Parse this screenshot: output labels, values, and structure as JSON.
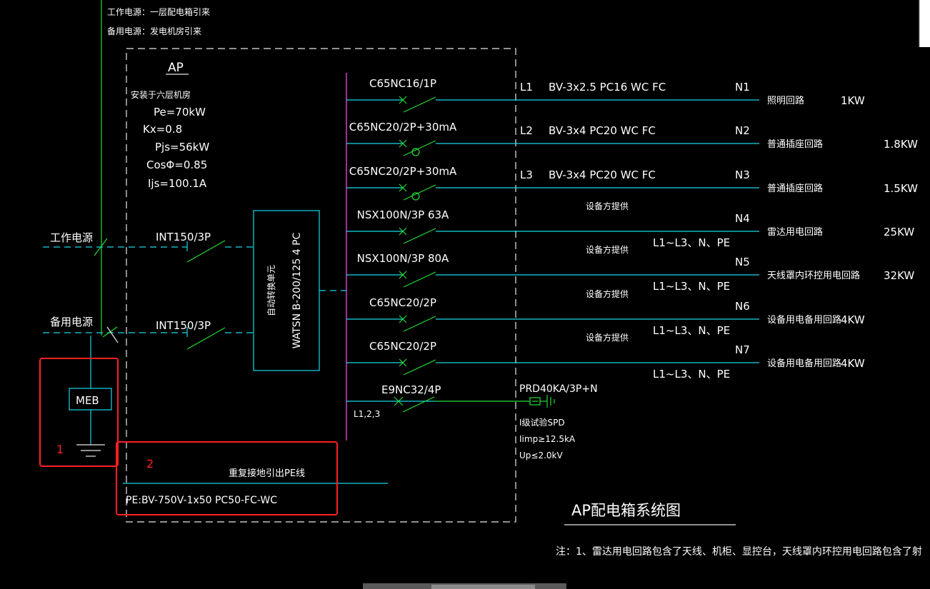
{
  "source": {
    "work": "工作电源：一层配电箱引来",
    "backup": "备用电源：发电机房引来"
  },
  "box": {
    "title": "AP",
    "location": "安装于六层机房",
    "params": [
      "Pe=70kW",
      "Kx=0.8",
      "Pjs=56kW",
      "CosΦ=0.85",
      "Ijs=100.1A"
    ]
  },
  "inputs": [
    {
      "label": "工作电源",
      "breaker": "INT150/3P"
    },
    {
      "label": "备用电源",
      "breaker": "INT150/3P"
    }
  ],
  "ats": {
    "name": "自动转换单元",
    "model": "WATSN B-200/125 4 PC"
  },
  "circuits": [
    {
      "breaker": "C65NC16/1P",
      "phase": "L1",
      "cable": "BV-3x2.5 PC16 WC FC",
      "note": "",
      "phases": "",
      "id": "N1",
      "name": "照明回路",
      "power": "1KW"
    },
    {
      "breaker": "C65NC20/2P+30mA",
      "phase": "L2",
      "cable": "BV-3x4 PC20 WC FC",
      "note": "",
      "phases": "",
      "id": "N2",
      "name": "普通插座回路",
      "power": "1.8KW"
    },
    {
      "breaker": "C65NC20/2P+30mA",
      "phase": "L3",
      "cable": "BV-3x4 PC20 WC FC",
      "note": "",
      "phases": "",
      "id": "N3",
      "name": "普通插座回路",
      "power": "1.5KW"
    },
    {
      "breaker": "NSX100N/3P 63A",
      "phase": "",
      "cable": "",
      "note": "设备方提供",
      "phases": "L1~L3、N、PE",
      "id": "N4",
      "name": "雷达用电回路",
      "power": "25KW"
    },
    {
      "breaker": "NSX100N/3P 80A",
      "phase": "",
      "cable": "",
      "note": "设备方提供",
      "phases": "L1~L3、N、PE",
      "id": "N5",
      "name": "天线罩内环控用电回路",
      "power": "32KW"
    },
    {
      "breaker": "C65NC20/2P",
      "phase": "",
      "cable": "",
      "note": "设备方提供",
      "phases": "L1~L3、N、PE",
      "id": "N6",
      "name": "设备用电备用回路",
      "power": "4KW"
    },
    {
      "breaker": "C65NC20/2P",
      "phase": "",
      "cable": "",
      "note": "设备方提供",
      "phases": "L1~L3、N、PE",
      "id": "N7",
      "name": "设备用电备用回路",
      "power": "4KW"
    }
  ],
  "spd": {
    "breaker": "E9NC32/4P",
    "phases": "L1,2,3",
    "model": "PRD40KA/3P+N",
    "specs": [
      "I级试验SPD",
      "Iimp≥12.5kA",
      "Up≤2.0kV"
    ]
  },
  "earth": {
    "meb": "MEB",
    "pe_label": "重复接地引出PE线",
    "pe_cable": "PE:BV-750V-1x50  PC50-FC-WC"
  },
  "markers": [
    "1",
    "2"
  ],
  "diagram_title": "AP配电箱系统图",
  "note": "注：1、雷达用电回路包含了天线、机柜、显控台，天线罩内环控用电回路包含了射"
}
